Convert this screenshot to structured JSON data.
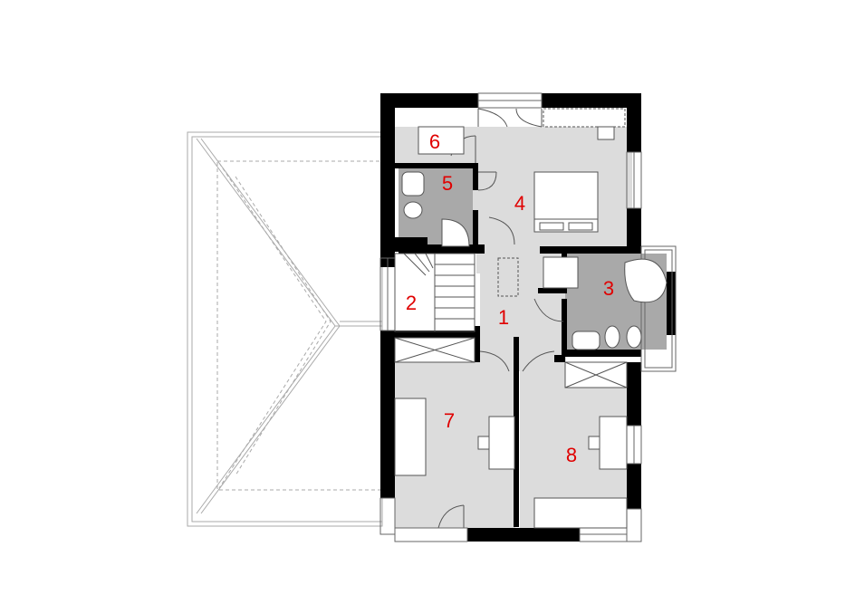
{
  "colors": {
    "background": "#ffffff",
    "wall": "#000000",
    "floor_light": "#dcdcdc",
    "floor_dark": "#a9a9a9",
    "roof_line": "#999999",
    "label": "#e00000"
  },
  "rooms": [
    {
      "id": "room-1",
      "label": "1"
    },
    {
      "id": "room-2",
      "label": "2"
    },
    {
      "id": "room-3",
      "label": "3"
    },
    {
      "id": "room-4",
      "label": "4"
    },
    {
      "id": "room-5",
      "label": "5"
    },
    {
      "id": "room-6",
      "label": "6"
    },
    {
      "id": "room-7",
      "label": "7"
    },
    {
      "id": "room-8",
      "label": "8"
    }
  ]
}
